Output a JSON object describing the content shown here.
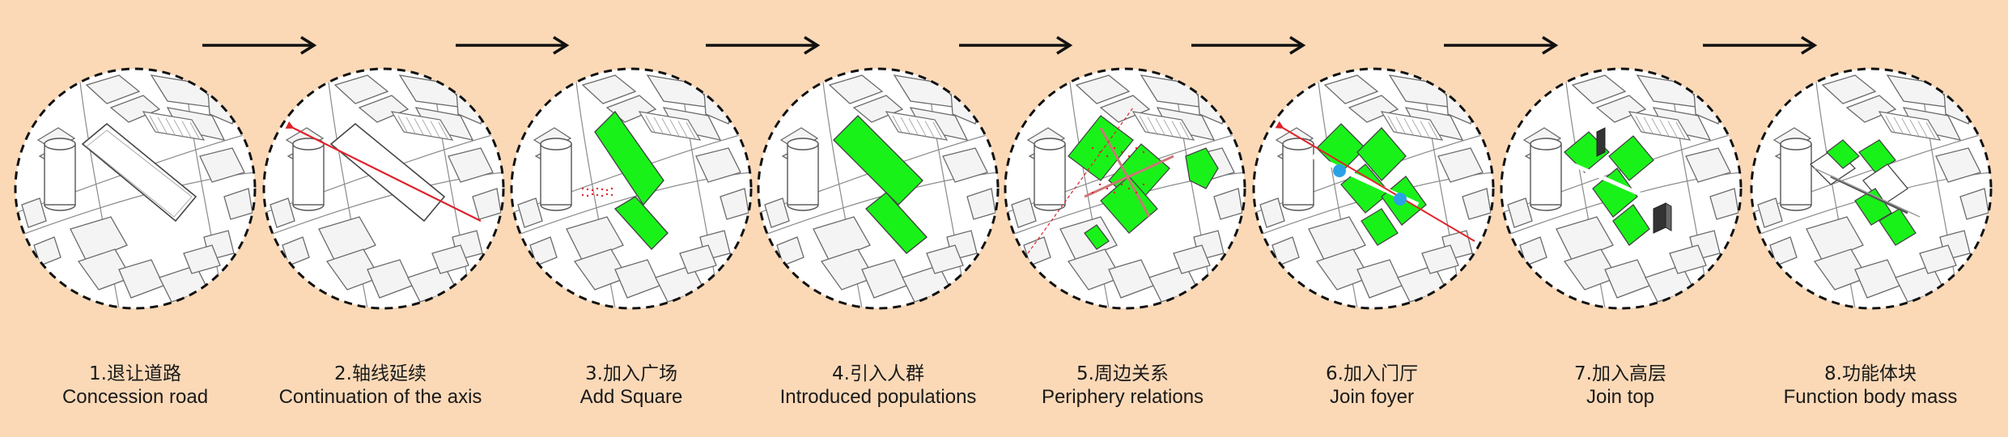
{
  "colors": {
    "background": "#fbd9b7",
    "green": "#19f219",
    "red_axis": "#e0222a",
    "blue_node": "#29a3e6",
    "building_fill": "#ffffff",
    "building_stroke": "#6b6b6b"
  },
  "arrows": [
    {
      "icon": "right-arrow-icon"
    },
    {
      "icon": "right-arrow-icon"
    },
    {
      "icon": "right-arrow-icon"
    },
    {
      "icon": "right-arrow-icon"
    },
    {
      "icon": "right-arrow-icon"
    },
    {
      "icon": "right-arrow-icon"
    },
    {
      "icon": "right-arrow-icon"
    }
  ],
  "steps": [
    {
      "zh": "1.退让道路",
      "en": "Concession road"
    },
    {
      "zh": "2.轴线延续",
      "en": "Continuation of the axis"
    },
    {
      "zh": "3.加入广场",
      "en": "Add Square"
    },
    {
      "zh": "4.引入人群",
      "en": "Introduced populations"
    },
    {
      "zh": "5.周边关系",
      "en": "Periphery relations"
    },
    {
      "zh": "6.加入门厅",
      "en": "Join foyer"
    },
    {
      "zh": "7.加入高层",
      "en": "Join top"
    },
    {
      "zh": "8.功能体块",
      "en": "Function body mass"
    }
  ]
}
